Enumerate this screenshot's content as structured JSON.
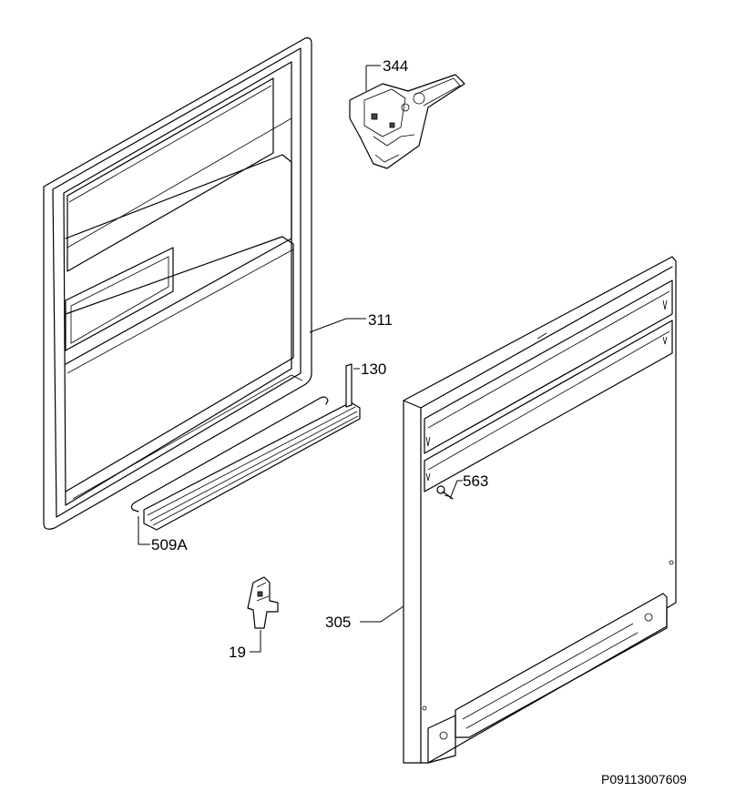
{
  "drawing": {
    "code": "P09113007609"
  },
  "parts": [
    {
      "id": "inner-door",
      "label": "311"
    },
    {
      "id": "hinge-bracket",
      "label": "344"
    },
    {
      "id": "seal-strip",
      "label": "130"
    },
    {
      "id": "wire-clip",
      "label": "509A"
    },
    {
      "id": "outer-panel",
      "label": "305"
    },
    {
      "id": "screw",
      "label": "563"
    },
    {
      "id": "latch-clip",
      "label": "19"
    }
  ]
}
